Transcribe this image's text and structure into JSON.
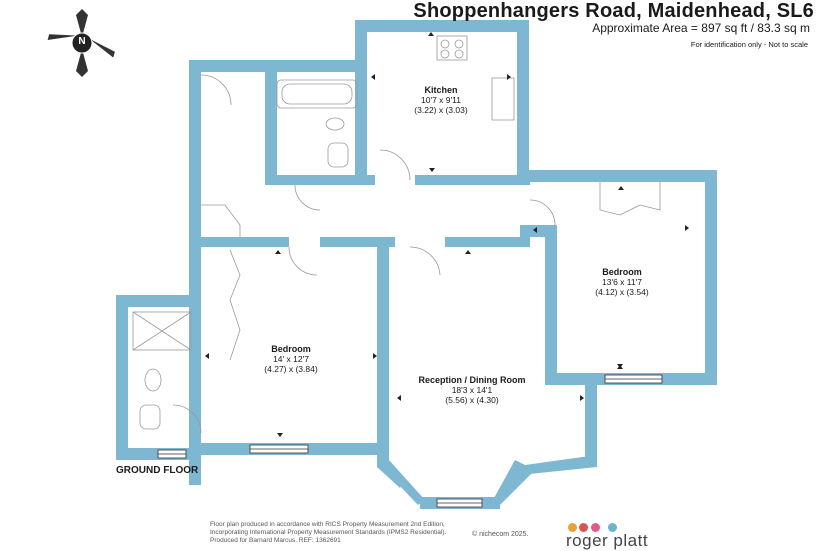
{
  "header": {
    "title": "Shoppenhangers Road, Maidenhead, SL6",
    "approximate_area": "Approximate Area = 897 sq ft / 83.3 sq m",
    "identification_note": "For identification only - Not to scale"
  },
  "compass": {
    "label": "N"
  },
  "rooms": {
    "kitchen": {
      "name": "Kitchen",
      "dim_imperial": "10'7 x 9'11",
      "dim_metric": "(3.22) x (3.03)"
    },
    "bedroom_right": {
      "name": "Bedroom",
      "dim_imperial": "13'6 x 11'7",
      "dim_metric": "(4.12) x (3.54)"
    },
    "bedroom_left": {
      "name": "Bedroom",
      "dim_imperial": "14' x 12'7",
      "dim_metric": "(4.27) x (3.84)"
    },
    "reception": {
      "name": "Reception / Dining Room",
      "dim_imperial": "18'3 x 14'1",
      "dim_metric": "(5.56) x (4.30)"
    }
  },
  "floor_label": "GROUND FLOOR",
  "footer": {
    "line1": "Floor plan produced in accordance with RICS Property Measurement 2nd Edition,",
    "line2": "Incorporating International Property Measurement Standards (IPMS2 Residential).",
    "line3": "Produced for Barnard Marcus.   REF: 1362691",
    "copyright": "© nichecom 2025.",
    "brand": "roger platt"
  },
  "colors": {
    "wall": "#7db7d2",
    "wall_edge": "#4e8fae",
    "fixture": "#9a9a9a",
    "brand_dots": [
      "#e8a23a",
      "#d9534f",
      "#e05a8a",
      "#6bb6cc"
    ]
  }
}
